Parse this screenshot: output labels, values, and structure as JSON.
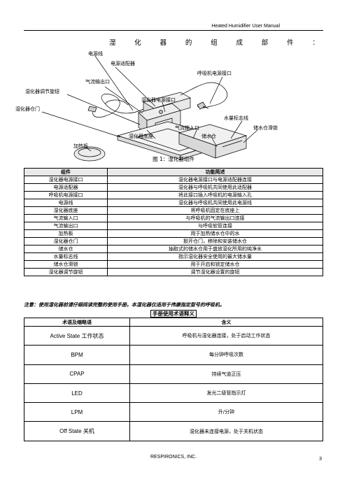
{
  "header": {
    "title": "Heated Humidifier User Manual"
  },
  "section_title_chars": [
    "湿",
    "化",
    "器",
    "的",
    "组",
    "成",
    "部",
    "件",
    "："
  ],
  "callouts": {
    "power_cord": "电源线",
    "power_adapter": "电源适配器",
    "ventilator_power_inlet": "呼吸机电源接口",
    "air_outlet": "气流输出口",
    "adjust_knob": "湿化器调节旋钮",
    "humidifier_power_inlet": "湿化器电源接口",
    "door": "湿化器仓门",
    "water_level": "水量标志线",
    "air_inlet": "气流输入口",
    "tank_latch": "储水仓滑锁",
    "base": "湿化器底座",
    "tank": "储水仓",
    "heater_plate": "加热板"
  },
  "figure_caption": "图 1：湿化器组件",
  "components_table": {
    "headers": [
      "组件",
      "功能简述"
    ],
    "rows": [
      [
        "湿化器电源接口",
        "湿化器电源接口与电源适配器连接"
      ],
      [
        "电源适配器",
        "湿化器与呼吸机共同使用此适配器"
      ],
      [
        "呼吸机电源接口",
        "将此接口插入呼吸机的电源输入孔"
      ],
      [
        "电源线",
        "湿化器与呼吸机共同使用此电源线"
      ],
      [
        "湿化器底座",
        "将呼吸机固定在底座上"
      ],
      [
        "气流输入口",
        "与呼吸机的气流输出口连接"
      ],
      [
        "气流输出口",
        "与呼吸软管连接"
      ],
      [
        "加热板",
        "用于加热储水仓中的水"
      ],
      [
        "湿化器仓门",
        "掀开仓门，移除和安装储水仓"
      ],
      [
        "储水仓",
        "抽取式的储水仓用于盛放湿化所用的纯净水"
      ],
      [
        "水量标志线",
        "指示湿化器安全使用的最大储水量"
      ],
      [
        "储水仓滑锁",
        "用于开启和锁定储水仓"
      ],
      [
        "湿化器调节旋钮",
        "调节湿化器设置的旋钮"
      ]
    ]
  },
  "note": "注意：使用湿化器前请仔细阅读完整的使用手册。本湿化器仅适用于伟康指定型号的呼吸机。",
  "terms_title": "手册使用术语释义",
  "terms_table": {
    "headers": [
      "术语及缩略语",
      "含义"
    ],
    "rows": [
      [
        "Active State 工作状态",
        "呼吸机与湿化器连接，处于启动工作状态"
      ],
      [
        "BPM",
        "每分钟呼吸次数"
      ],
      [
        "CPAP",
        "持续气道正压"
      ],
      [
        "LED",
        "发光二级管指示灯"
      ],
      [
        "LPM",
        "升/分钟"
      ],
      [
        "Off State 关机",
        "湿化器未连接电源，处于关机状态"
      ]
    ]
  },
  "footer": {
    "company": "RESPIRONICS, INC.",
    "page_number": "3"
  }
}
